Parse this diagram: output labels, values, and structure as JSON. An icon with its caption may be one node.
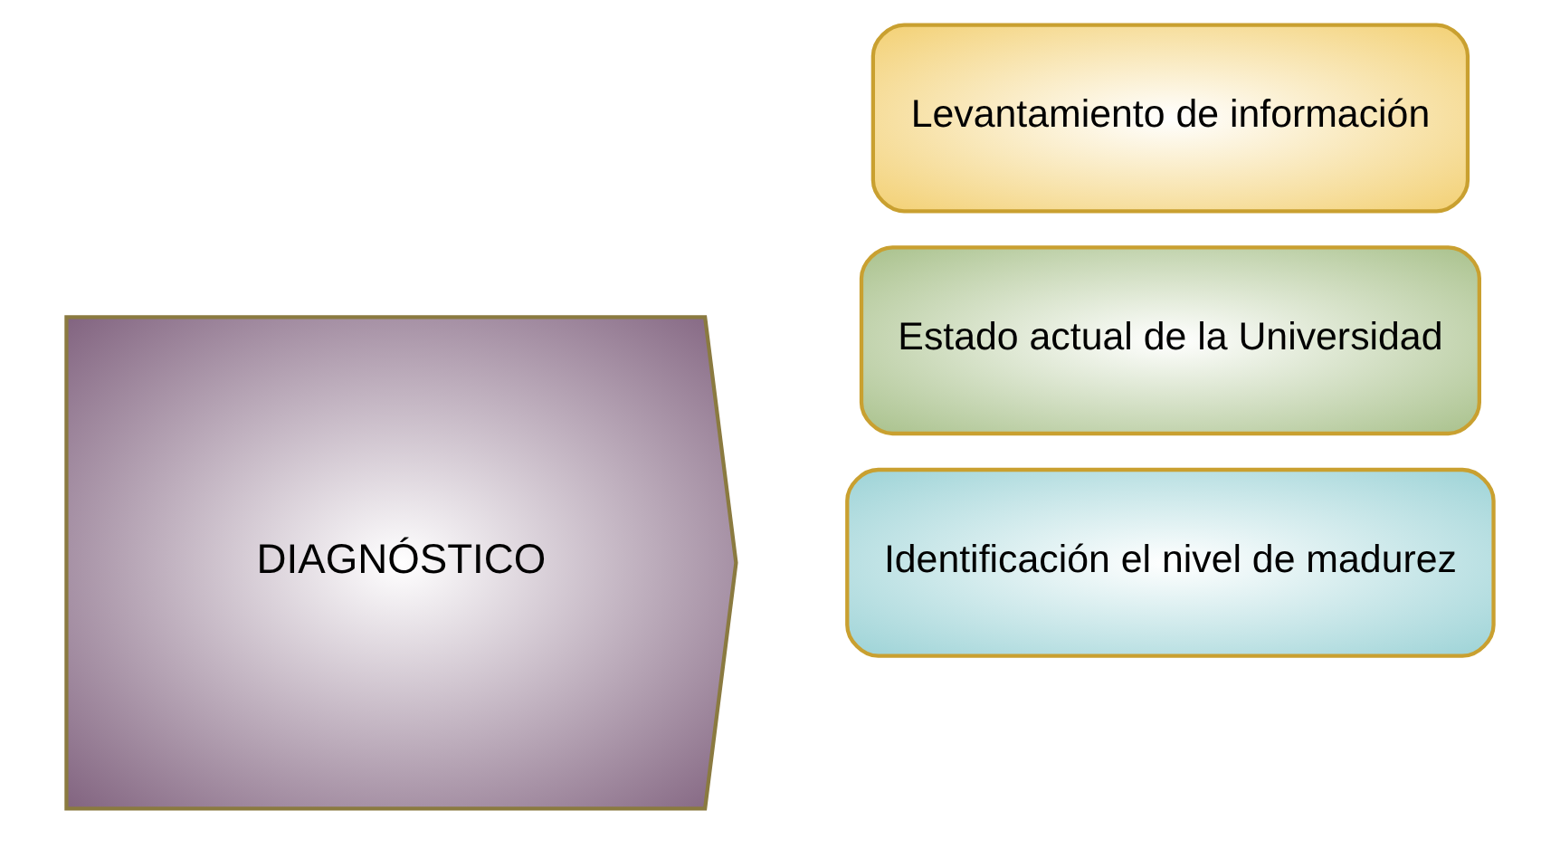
{
  "diagram": {
    "nodes": [
      {
        "text": [
          "DIAGNÓSTICO"
        ]
      },
      {
        "text": [
          "Estado actual de la Universidad"
        ]
      },
      {
        "text": [
          "Identificación el nivel de madurez"
        ]
      },
      {
        "text": [
          "Levantamiento de información"
        ]
      }
    ]
  }
}
